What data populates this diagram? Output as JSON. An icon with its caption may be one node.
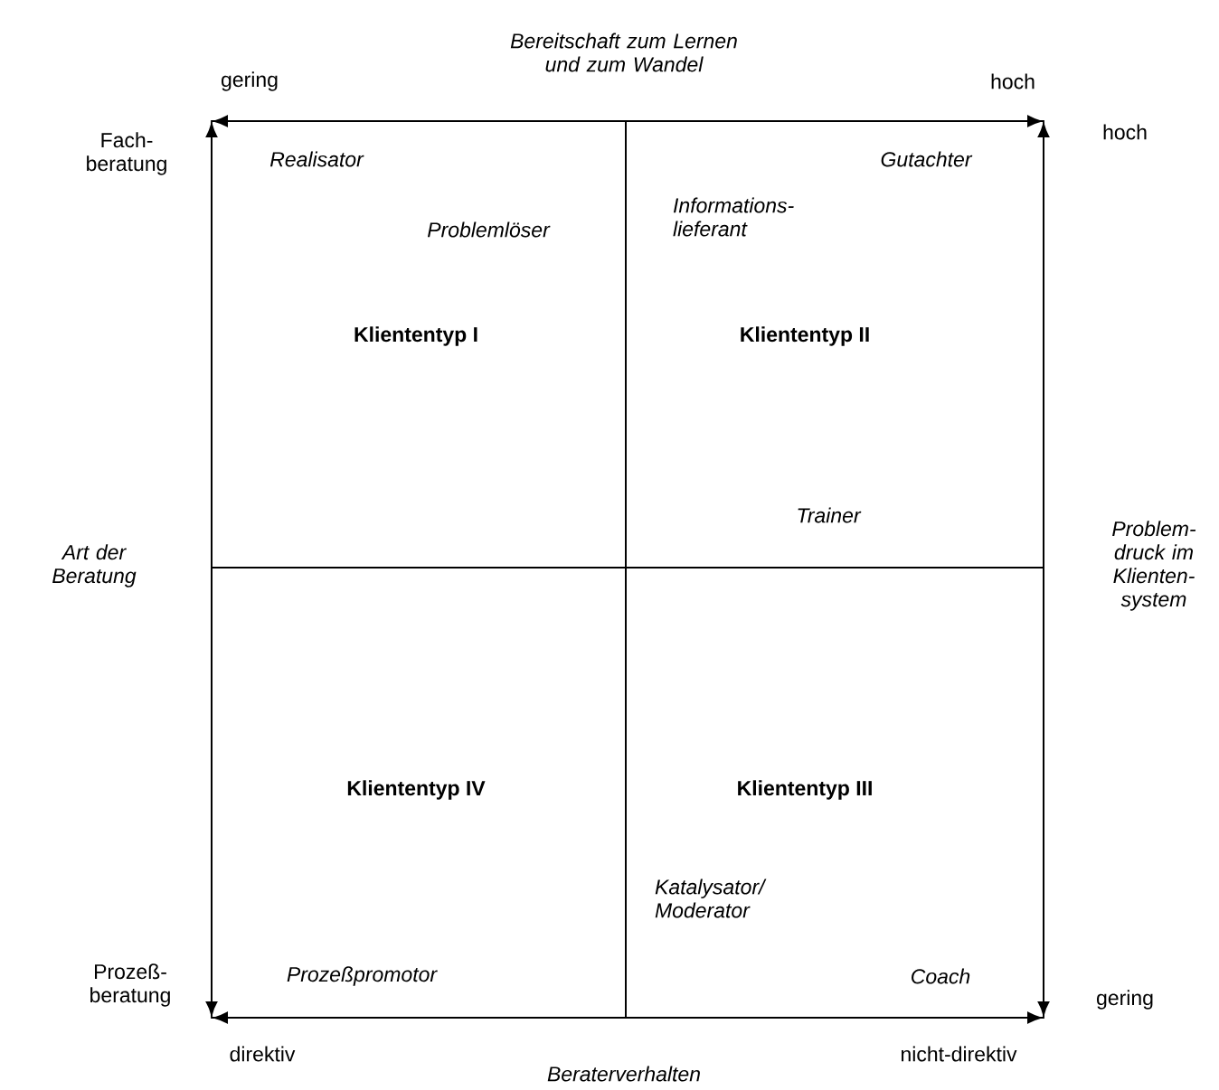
{
  "diagram": {
    "nodes": [
      {
        "text": [
          "Realisator",
          "Problemlöser",
          "Kliententyp I"
        ]
      },
      {
        "text": [
          "Gutachter",
          "Informations- lieferant",
          "Kliententyp II",
          "Trainer"
        ]
      },
      {
        "text": [
          "Kliententyp IV",
          "Prozeßpromotor"
        ]
      },
      {
        "text": [
          "Kliententyp III",
          "Katalysator/ Moderator",
          "Coach"
        ]
      }
    ],
    "edges": [],
    "labels": [
      "Bereitschaft zum Lernen und zum Wandel",
      "gering",
      "hoch",
      "Fach- beratung",
      "hoch",
      "Art der Beratung",
      "Problem- druck im Klienten- system",
      "Prozeß- beratung",
      "gering",
      "direktiv",
      "nicht-direktiv",
      "Beraterverhalten"
    ]
  }
}
